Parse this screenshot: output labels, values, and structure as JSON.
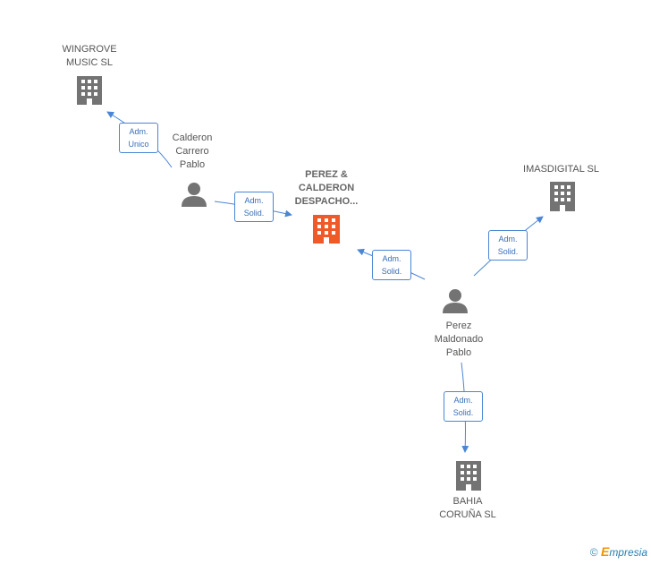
{
  "nodes": {
    "wingrove": {
      "label_line1": "WINGROVE",
      "label_line2": "MUSIC SL",
      "type": "company",
      "color": "#737373"
    },
    "calderon": {
      "label_line1": "Calderon",
      "label_line2": "Carrero",
      "label_line3": "Pablo",
      "type": "person",
      "color": "#737373"
    },
    "perez_calderon": {
      "label_line1": "PEREZ &",
      "label_line2": "CALDERON",
      "label_line3": "DESPACHO...",
      "type": "company",
      "color": "#f05a28"
    },
    "imasdigital": {
      "label_line1": "IMASDIGITAL SL",
      "type": "company",
      "color": "#737373"
    },
    "perez_maldonado": {
      "label_line1": "Perez",
      "label_line2": "Maldonado",
      "label_line3": "Pablo",
      "type": "person",
      "color": "#737373"
    },
    "bahia": {
      "label_line1": "BAHIA",
      "label_line2": "CORUÑA SL",
      "type": "company",
      "color": "#737373"
    }
  },
  "edges": {
    "calderon_wingrove": {
      "line1": "Adm.",
      "line2": "Unico"
    },
    "calderon_perez": {
      "line1": "Adm.",
      "line2": "Solid."
    },
    "maldonado_perez": {
      "line1": "Adm.",
      "line2": "Solid."
    },
    "maldonado_imas": {
      "line1": "Adm.",
      "line2": "Solid."
    },
    "maldonado_bahia": {
      "line1": "Adm.",
      "line2": "Solid."
    }
  },
  "colors": {
    "edge": "#4a86d4",
    "icon": "#737373",
    "highlight": "#f05a28"
  },
  "footer": {
    "copyright": "©",
    "brand_first": "E",
    "brand_rest": "mpresia"
  }
}
